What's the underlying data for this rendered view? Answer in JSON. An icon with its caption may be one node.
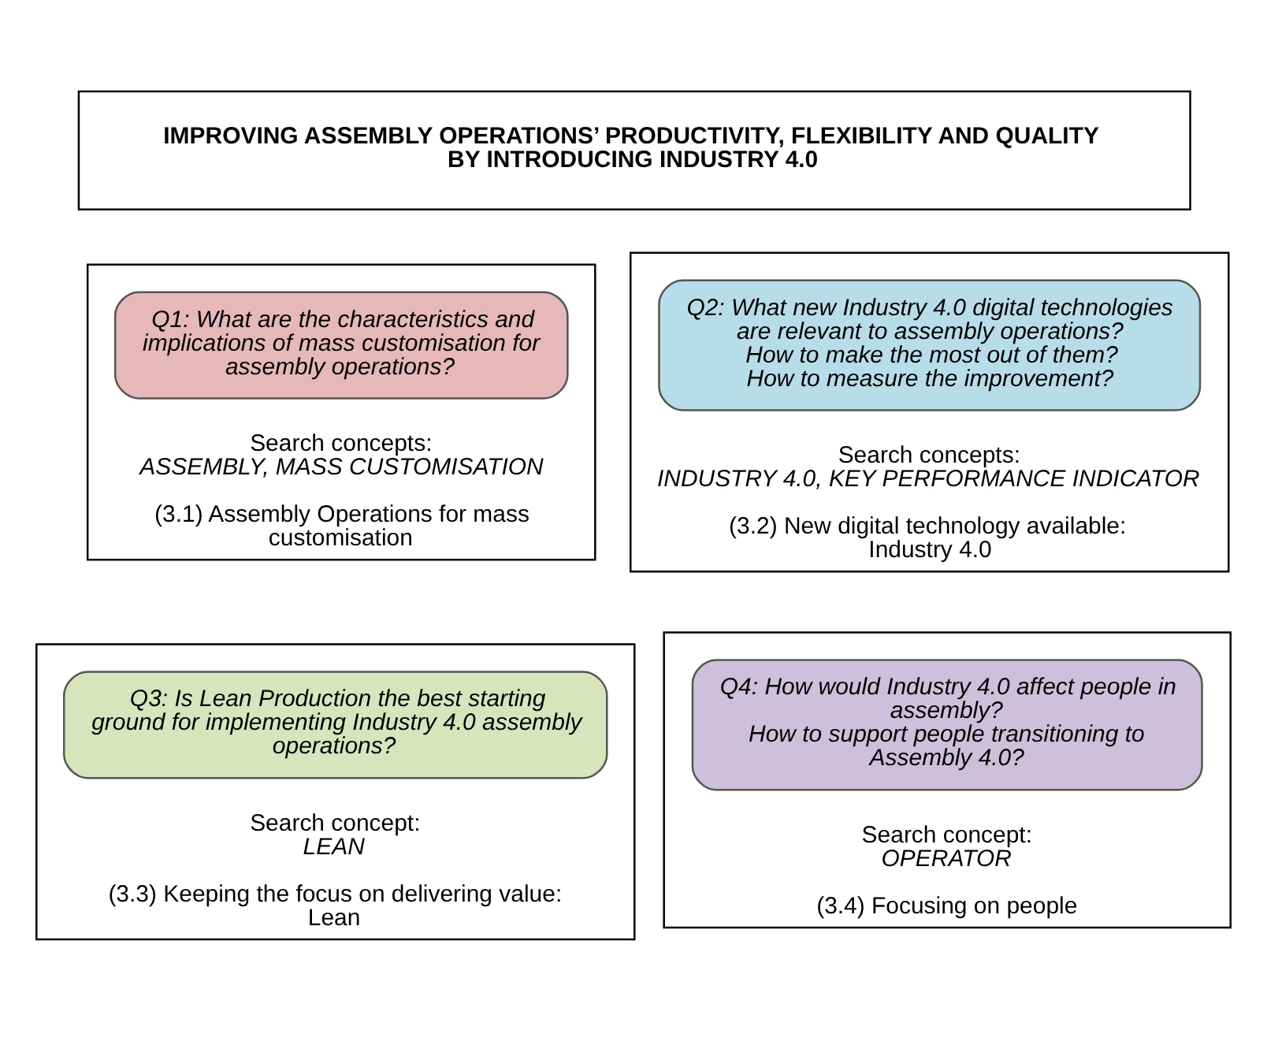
{
  "diagram": {
    "nodes": [
      {
        "text": [
          "IMPROVING ASSEMBLY OPERATIONS’ PRODUCTIVITY, FLEXIBILITY AND QUALITY BY INTRODUCING INDUSTRY 4.0"
        ]
      },
      {
        "text": [
          "Search concepts:",
          "ASSEMBLY, MASS CUSTOMISATION",
          "(3.1) Assembly Operations for mass customisation"
        ]
      },
      {
        "text": [
          "Q1: What are the characteristics and implications of mass customisation for assembly operations?"
        ],
        "in": 1
      },
      {
        "text": [
          "Search concepts:",
          "INDUSTRY 4.0, KEY PERFORMANCE INDICATOR",
          "(3.2) New digital technology available: Industry 4.0"
        ]
      },
      {
        "text": [
          "Q2: What new Industry 4.0 digital technologies are relevant to assembly operations?",
          "How to make the most out of them?",
          "How to measure the improvement?"
        ],
        "in": 3
      },
      {
        "text": [
          "Search concept:",
          "LEAN",
          "(3.3) Keeping the focus on delivering value: Lean"
        ]
      },
      {
        "text": [
          "Q3: Is Lean Production the best starting ground for implementing Industry 4.0 assembly operations?"
        ],
        "in": 5
      },
      {
        "text": [
          "Search concept:",
          "OPERATOR",
          "(3.4) Focusing on people"
        ]
      },
      {
        "text": [
          "Q4: How would Industry 4.0 affect people in assembly?",
          "How to support people transitioning to Assembly 4.0?"
        ],
        "in": 7
      }
    ],
    "edges": []
  }
}
